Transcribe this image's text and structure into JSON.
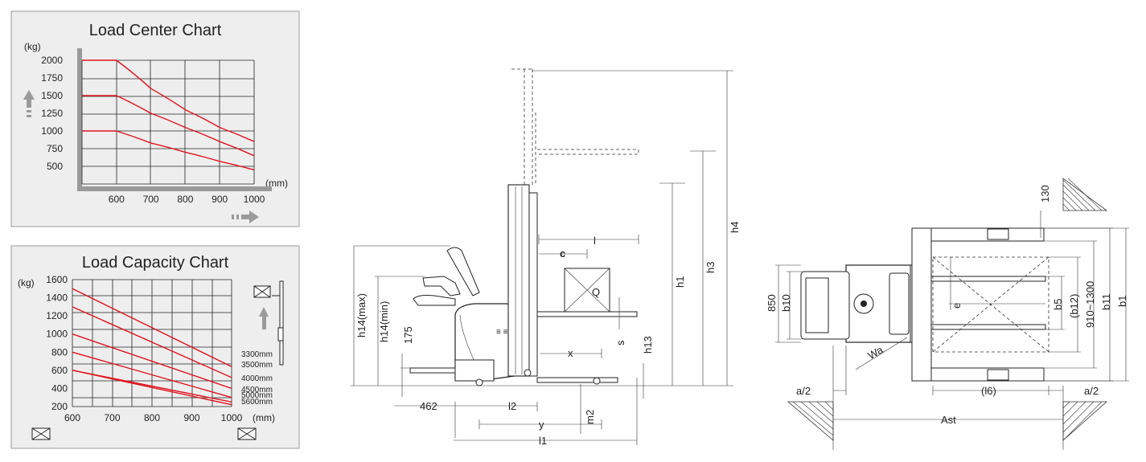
{
  "colors": {
    "curve": "#e0141e",
    "panel_bg": "#eeeeee",
    "axis_bar": "#9a9a9a"
  },
  "chart_data": [
    {
      "type": "line",
      "title": "Load Center Chart",
      "ylabel": "(kg)",
      "xlabel": "(mm)",
      "x_ticks": [
        "600",
        "700",
        "800",
        "900",
        "1000"
      ],
      "y_ticks": [
        "2000",
        "1750",
        "1500",
        "1250",
        "1000",
        "750",
        "500"
      ],
      "xlim": [
        500,
        1000
      ],
      "ylim": [
        250,
        2000
      ],
      "series": [
        {
          "x": [
            500,
            600,
            700,
            800,
            900,
            1000
          ],
          "y": [
            2000,
            2000,
            1600,
            1300,
            1050,
            850
          ]
        },
        {
          "x": [
            500,
            600,
            700,
            800,
            900,
            1000
          ],
          "y": [
            1500,
            1500,
            1250,
            1050,
            850,
            650
          ]
        },
        {
          "x": [
            500,
            600,
            700,
            800,
            900,
            1000
          ],
          "y": [
            1000,
            1000,
            830,
            700,
            570,
            450
          ]
        }
      ]
    },
    {
      "type": "line",
      "title": "Load Capacity Chart",
      "ylabel": "(kg)",
      "xlabel": "(mm)",
      "x_ticks": [
        "600",
        "700",
        "800",
        "900",
        "1000"
      ],
      "y_ticks": [
        "1600",
        "1400",
        "1200",
        "1000",
        "800",
        "600",
        "400",
        "200"
      ],
      "xlim": [
        600,
        1000
      ],
      "ylim": [
        200,
        1600
      ],
      "series": [
        {
          "name": "3300mm",
          "x": [
            600,
            1000
          ],
          "y": [
            1500,
            640
          ]
        },
        {
          "name": "3500mm",
          "x": [
            600,
            1000
          ],
          "y": [
            1300,
            520
          ]
        },
        {
          "name": "4000mm",
          "x": [
            600,
            1000
          ],
          "y": [
            1000,
            400
          ]
        },
        {
          "name": "4500mm",
          "x": [
            600,
            1000
          ],
          "y": [
            800,
            300
          ]
        },
        {
          "name": "5000mm",
          "x": [
            600,
            1000
          ],
          "y": [
            600,
            250
          ]
        },
        {
          "name": "5600mm",
          "x": [
            600,
            1000
          ],
          "y": [
            600,
            220
          ]
        }
      ]
    }
  ],
  "side_view": {
    "labels": {
      "l": "l",
      "c": "c",
      "q": "Q",
      "s": "s",
      "x": "x",
      "h1": "h1",
      "h3": "h3",
      "h4": "h4",
      "h13": "h13",
      "h14max": "h14(max)",
      "h14min": "h14(min)",
      "d175": "175",
      "d462": "462",
      "l2": "l2",
      "y": "y",
      "l1": "l1",
      "m2": "m2"
    }
  },
  "top_view": {
    "labels": {
      "d130": "130",
      "d850": "850",
      "b10": "b10",
      "e": "e",
      "b5": "b5",
      "b12": "(b12)",
      "d910": "910~1300",
      "b11": "b11",
      "b1": "b1",
      "wa": "Wa",
      "a2_left": "a/2",
      "a2_right": "a/2",
      "l6": "(l6)",
      "ast": "Ast"
    }
  }
}
